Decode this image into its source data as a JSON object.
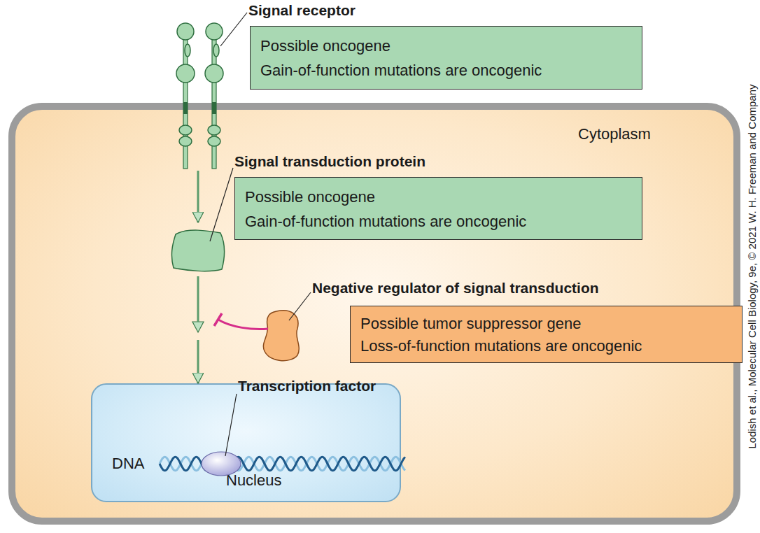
{
  "diagram": {
    "nodes": [
      {
        "text": [
          "Cytoplasm"
        ]
      },
      {
        "text": [
          "Signal receptor"
        ]
      },
      {
        "text": [
          "Possible oncogene",
          "Gain-of-function mutations are oncogenic"
        ]
      },
      {
        "text": [
          "Signal transduction protein"
        ],
        "in": 0
      },
      {
        "text": [
          "Possible oncogene",
          "Gain-of-function mutations are oncogenic"
        ],
        "in": 0
      },
      {
        "text": [
          "Negative regulator of signal transduction"
        ],
        "in": 0
      },
      {
        "text": [
          "Possible tumor suppressor gene",
          "Loss-of-function mutations are oncogenic"
        ],
        "in": 0
      },
      {
        "text": [
          "Nucleus"
        ],
        "in": 0
      },
      {
        "text": [
          "Transcription factor"
        ],
        "in": 7
      }
    ],
    "edges": [
      {
        "from": 1,
        "to": 3,
        "arrow": "to"
      },
      {
        "from": 3,
        "to": 7,
        "arrow": "to"
      }
    ],
    "labels": [
      "DNA",
      "Lodish et al., Molecular Cell Biology, 9e, © 2021 W. H. Freeman and Company"
    ]
  }
}
